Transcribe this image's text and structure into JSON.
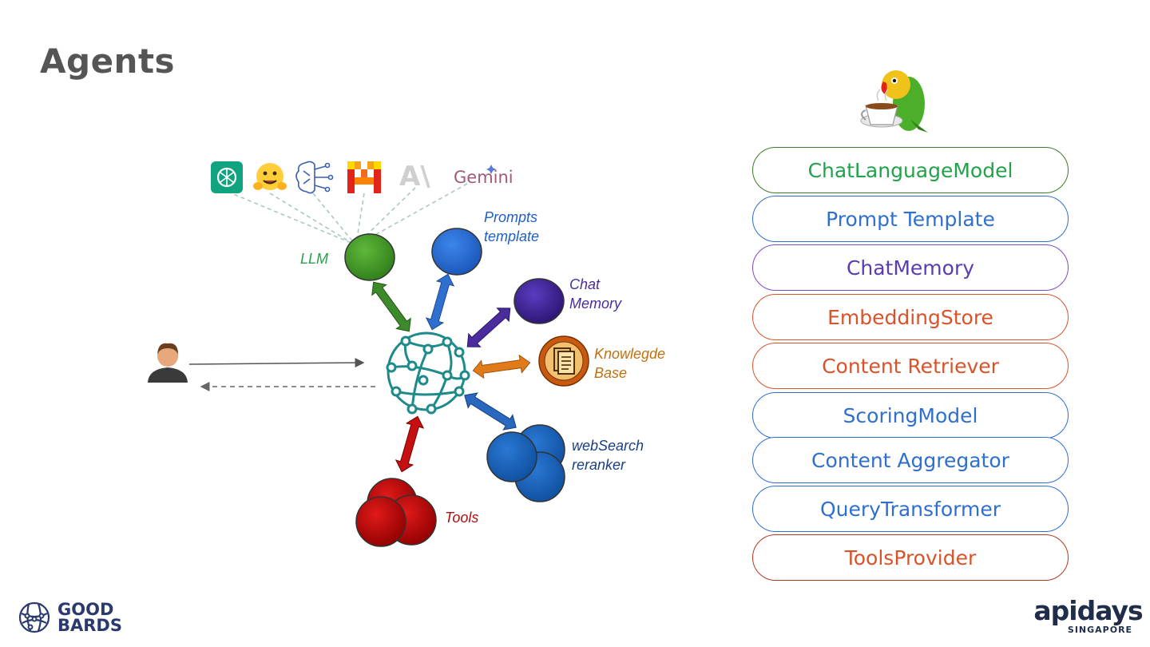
{
  "title": "Agents",
  "llm_logos": {
    "gemini": "Gemini",
    "anthropic": "A\\"
  },
  "nodes": {
    "llm": "LLM",
    "prompts": [
      "Prompts",
      "template"
    ],
    "chat_memory": [
      "Chat",
      "Memory"
    ],
    "knowledge_base": [
      "Knowlegde",
      "Base"
    ],
    "websearch": [
      "webSearch",
      "reranker"
    ],
    "tools": "Tools"
  },
  "components": [
    {
      "label": "ChatLanguageModel",
      "color": "#22a24a",
      "border": "#3d7a2a"
    },
    {
      "label": "Prompt Template",
      "color": "#2f6fd0",
      "border": "#2f6fd0"
    },
    {
      "label": "ChatMemory",
      "color": "#5b3bb0",
      "border": "#7a4cc0"
    },
    {
      "label": "EmbeddingStore",
      "color": "#d9532a",
      "border": "#d9532a"
    },
    {
      "label": "Content Retriever",
      "color": "#d9532a",
      "border": "#d9532a"
    },
    {
      "label": "ScoringModel",
      "color": "#2f6fd0",
      "border": "#2f6fd0"
    },
    {
      "label": "Content Aggregator",
      "color": "#2f6fd0",
      "border": "#2f6fd0"
    },
    {
      "label": "QueryTransformer",
      "color": "#2f6fd0",
      "border": "#2f6fd0"
    },
    {
      "label": "ToolsProvider",
      "color": "#d9532a",
      "border": "#b23a1e"
    }
  ],
  "logos": {
    "goodbards": [
      "GOOD",
      "BARDS"
    ],
    "apidays": "apidays",
    "apidays_sub": "SINGAPORE"
  }
}
